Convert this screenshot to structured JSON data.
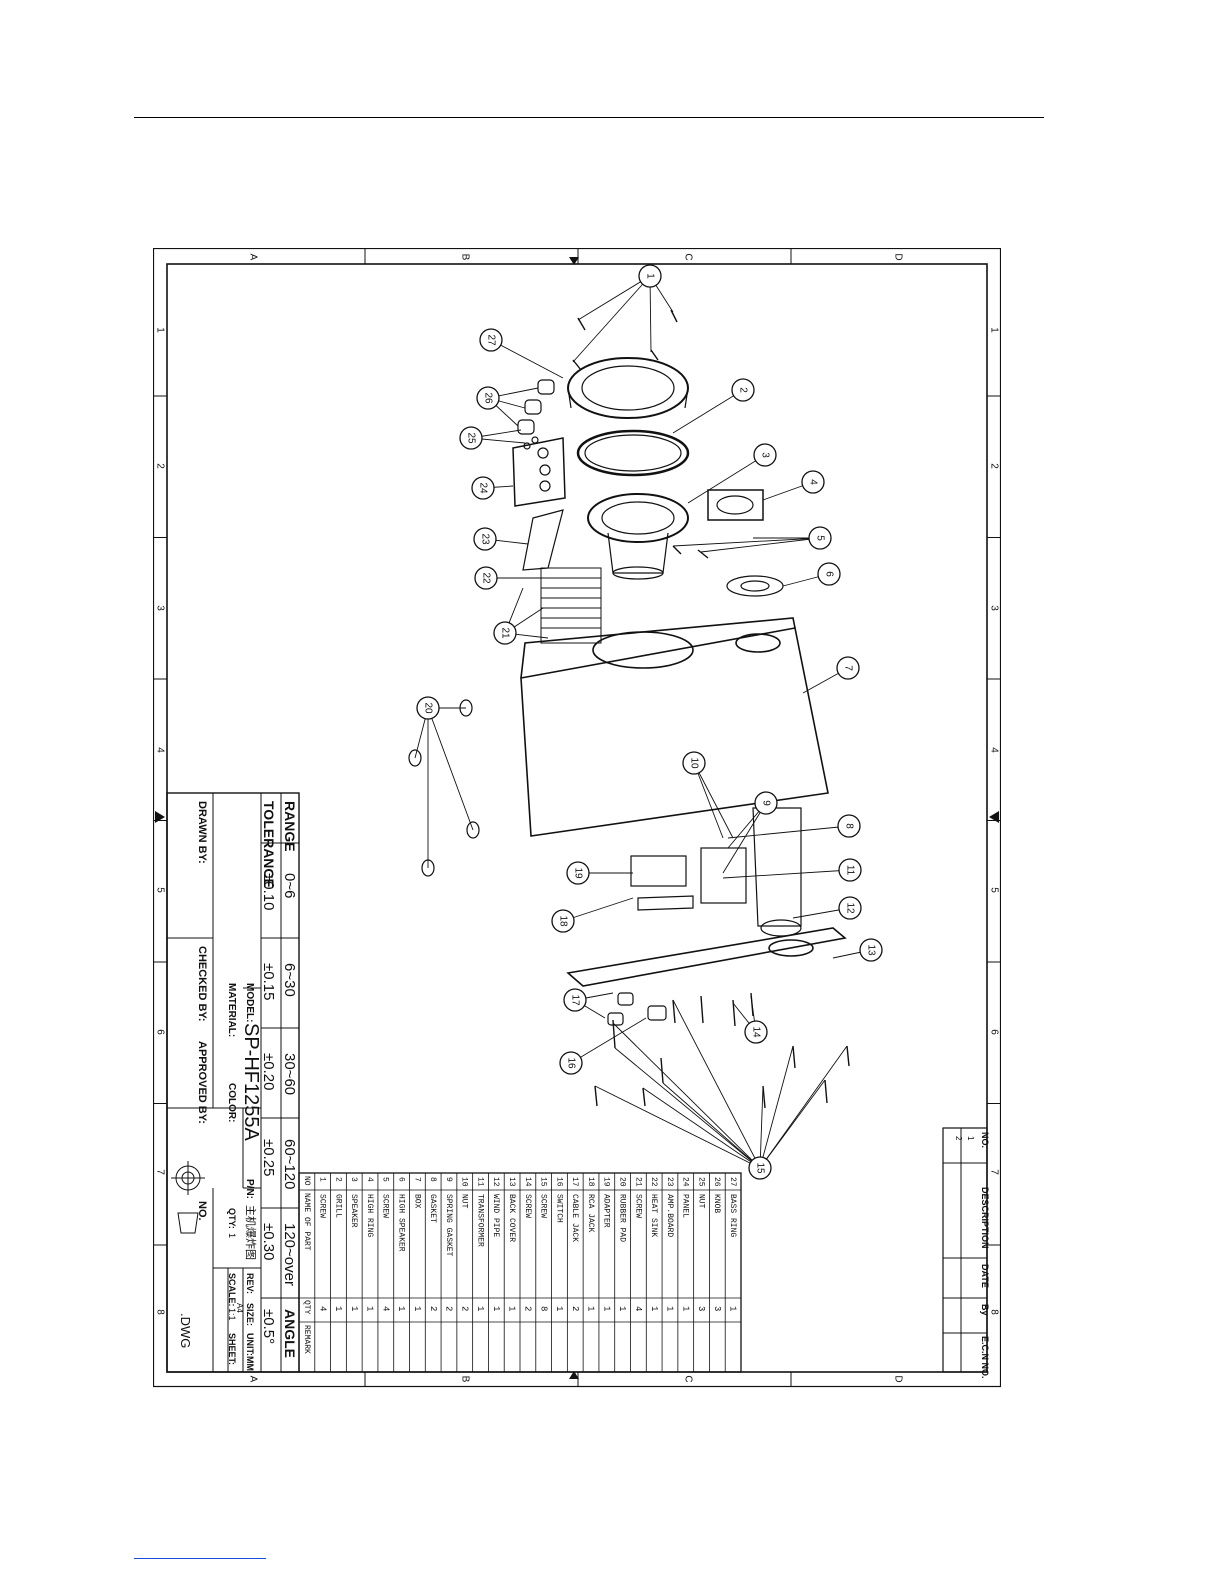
{
  "drawing": {
    "zone_letters": [
      "A",
      "B",
      "C",
      "D"
    ],
    "zone_numbers": [
      "1",
      "2",
      "3",
      "4",
      "5",
      "6",
      "7",
      "8"
    ]
  },
  "callouts": [
    "1",
    "2",
    "3",
    "4",
    "5",
    "6",
    "7",
    "8",
    "9",
    "10",
    "11",
    "12",
    "13",
    "14",
    "15",
    "16",
    "17",
    "18",
    "19",
    "20",
    "21",
    "22",
    "23",
    "24",
    "25",
    "26",
    "27"
  ],
  "revision_block": {
    "headers": [
      "NO.",
      "DESCRIPTION",
      "DATE",
      "By",
      "E.C.N NO."
    ],
    "rows": [
      "1",
      "2"
    ]
  },
  "tolerance_block": {
    "range_label": "RANGE",
    "tolerance_label": "TOLERANCE",
    "ranges": [
      "0~6",
      "6~30",
      "30~60",
      "60~120",
      "120~over",
      "ANGLE"
    ],
    "tolerances": [
      "±0.10",
      "±0.15",
      "±0.20",
      "±0.25",
      "±0.30",
      "±0.5°"
    ]
  },
  "title_block": {
    "model_label": "MODEL:",
    "model_value": "SP-HF1255A",
    "pn_label": "P/N:",
    "pn_value": "主机爆炸图",
    "rev_label": "REV:",
    "size_label": "SIZE:",
    "size_value": "A4",
    "unit_label": "UNIT:MM",
    "material_label": "MATERIAL:",
    "color_label": "COLOR:",
    "qty_label": "QTY:",
    "qty_value": "1",
    "scale_label": "SCALE:",
    "scale_value": "1:1",
    "sheet_label": "SHEET:",
    "drawn_label": "DRAWN BY:",
    "checked_label": "CHECKED BY:",
    "approved_label": "APPROVED BY:",
    "no_label": "NO.",
    "dwg_label": ".DWG"
  },
  "parts_list": {
    "headers": [
      "NO",
      "NAME OF PART",
      "QTY",
      "REMARK"
    ],
    "rows": [
      {
        "no": "1",
        "name": "SCREW",
        "qty": "4"
      },
      {
        "no": "2",
        "name": "GRILL",
        "qty": "1"
      },
      {
        "no": "3",
        "name": "SPEAKER",
        "qty": "1"
      },
      {
        "no": "4",
        "name": "HIGH RING",
        "qty": "1"
      },
      {
        "no": "5",
        "name": "SCREW",
        "qty": "4"
      },
      {
        "no": "6",
        "name": "HIGH SPEAKER",
        "qty": "1"
      },
      {
        "no": "7",
        "name": "BOX",
        "qty": "1"
      },
      {
        "no": "8",
        "name": "GASKET",
        "qty": "2"
      },
      {
        "no": "9",
        "name": "SPRING GASKET",
        "qty": "2"
      },
      {
        "no": "10",
        "name": "NUT",
        "qty": "2"
      },
      {
        "no": "11",
        "name": "TRANSFORMER",
        "qty": "1"
      },
      {
        "no": "12",
        "name": "WIND PIPE",
        "qty": "1"
      },
      {
        "no": "13",
        "name": "BACK COVER",
        "qty": "1"
      },
      {
        "no": "14",
        "name": "SCREW",
        "qty": "2"
      },
      {
        "no": "15",
        "name": "SCREW",
        "qty": "8"
      },
      {
        "no": "16",
        "name": "SWITCH",
        "qty": "1"
      },
      {
        "no": "17",
        "name": "CABLE JACK",
        "qty": "2"
      },
      {
        "no": "18",
        "name": "RCA JACK",
        "qty": "1"
      },
      {
        "no": "19",
        "name": "ADAPTER",
        "qty": "1"
      },
      {
        "no": "20",
        "name": "RUBBER PAD",
        "qty": "1"
      },
      {
        "no": "21",
        "name": "SCREW",
        "qty": "4"
      },
      {
        "no": "22",
        "name": "HEAT SINK",
        "qty": "1"
      },
      {
        "no": "23",
        "name": "AMP.BOARD",
        "qty": "1"
      },
      {
        "no": "24",
        "name": "PANEL",
        "qty": "1"
      },
      {
        "no": "25",
        "name": "NUT",
        "qty": "3"
      },
      {
        "no": "26",
        "name": "KNOB",
        "qty": "3"
      },
      {
        "no": "27",
        "name": "BASS RING",
        "qty": "1"
      }
    ]
  }
}
